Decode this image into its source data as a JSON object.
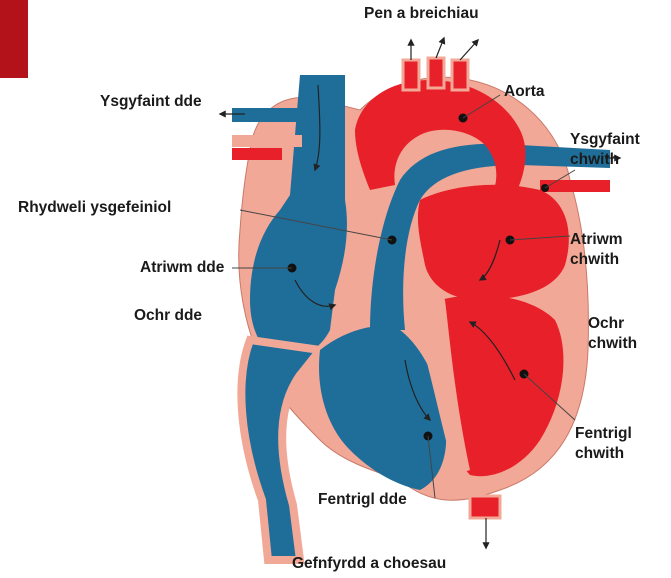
{
  "colors": {
    "oxygenated": "#e8202a",
    "deoxygenated": "#1f6e9a",
    "wall": "#f2a896",
    "corner_block": "#b3121b"
  },
  "labels": {
    "head_arms": "Pen a breichiau",
    "aorta": "Aorta",
    "right_lung": "Ysgyfaint dde",
    "left_lung_1": "Ysgyfaint",
    "left_lung_2": "chwith",
    "pulmonary_artery": "Rhydweli ysgefeiniol",
    "right_atrium": "Atriwm dde",
    "left_atrium_1": "Atriwm",
    "left_atrium_2": "chwith",
    "right_side": "Ochr dde",
    "left_side_1": "Ochr",
    "left_side_2": "chwith",
    "left_ventricle_1": "Fentrigl",
    "left_ventricle_2": "chwith",
    "right_ventricle": "Fentrigl dde",
    "trunk_legs": "Gefnfyrdd a choesau"
  }
}
